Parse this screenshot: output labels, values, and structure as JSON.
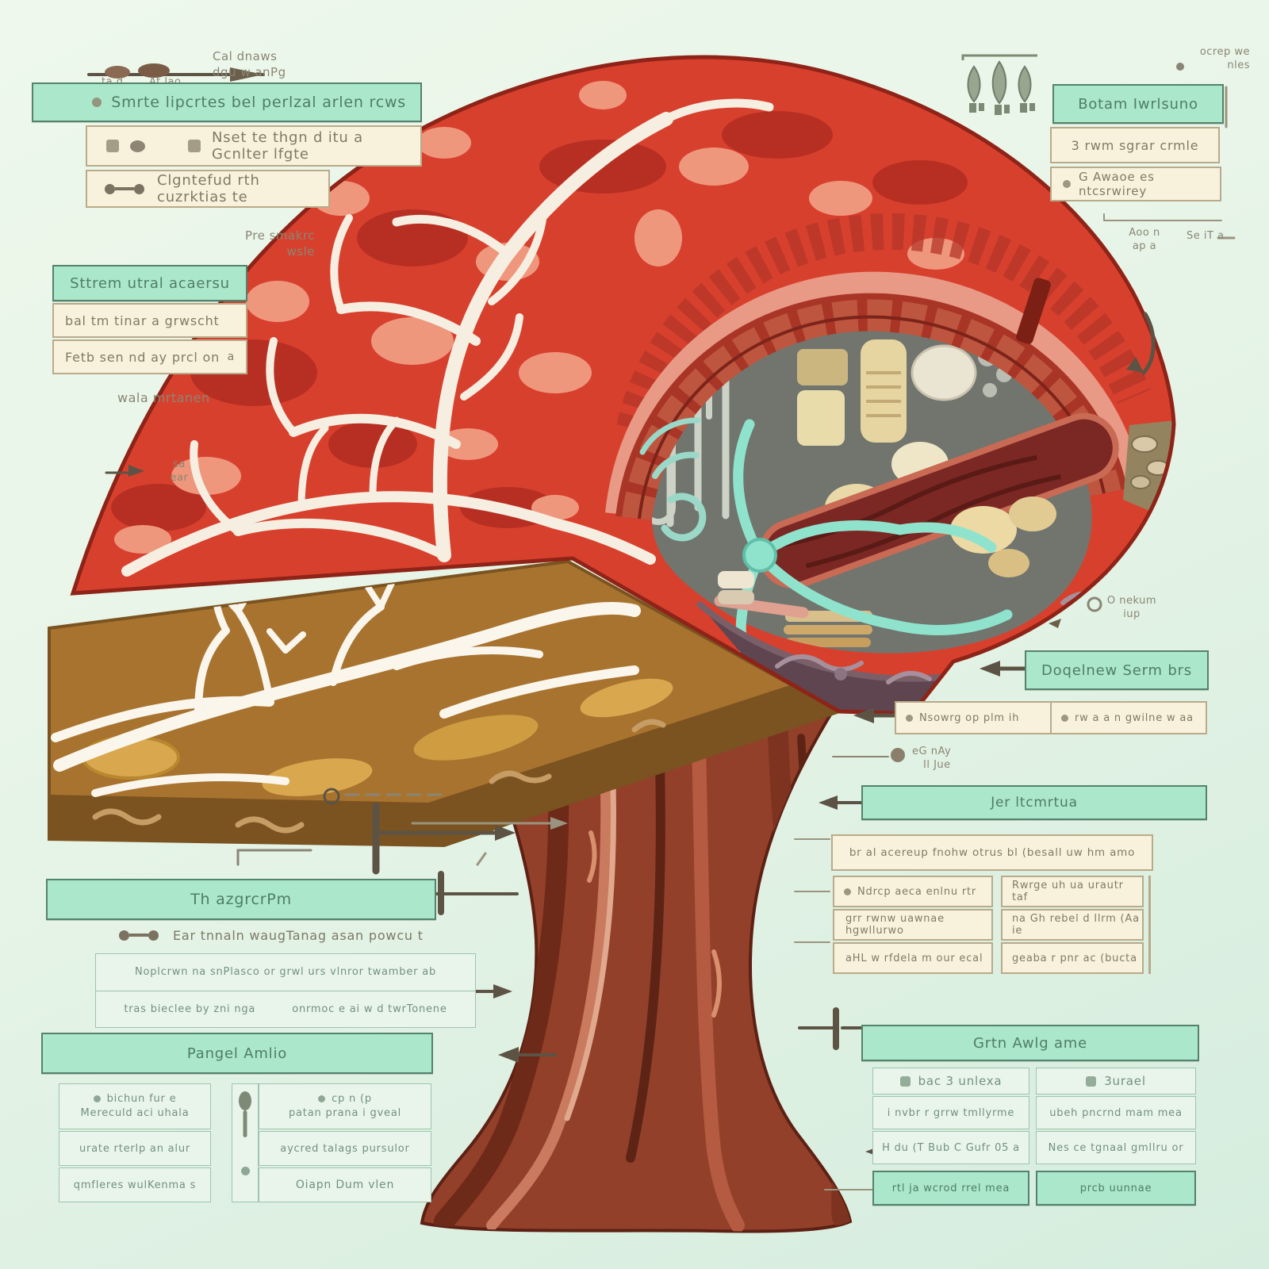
{
  "palette": {
    "background": "#e9f5e9",
    "teal_box": "#abe7ca",
    "teal_border": "#55826b",
    "cream_box": "#f8f2dc",
    "cream_border": "#b9aa8a",
    "light_box": "#e9f5eb",
    "light_border": "#9dc4ae",
    "cap_red": "#d8402e",
    "cap_vein": "#f5eee1",
    "rim_pink": "#ef9d87",
    "brick_band": "#a93526",
    "interior_gray": "#71756e",
    "branch_teal": "#8fe3cd",
    "log_red": "#7b2824",
    "layer_tan": "#a8732f",
    "layer_gold": "#d9a84e",
    "trunk_brown": "#93402a",
    "purple_layer": "#5e4550",
    "arrow": "#5c5344"
  },
  "legend": {
    "tick1": "ta d",
    "tick2": "At lao",
    "cap1": "Cal dnaws",
    "cap2": "dgu w anPg"
  },
  "tl": {
    "header": "Smrte lipcrtes bel perlzal arlen rcws",
    "row1": "Nset te thgn d itu a Gcnlter lfgte",
    "row2": "Clgntefud  rth cuzrktias  te",
    "note1": "Pre smakrc",
    "note2": "wsle"
  },
  "lp": {
    "header": "Sttrem utral  acaersu",
    "row1": "bal tm tinar   a grwscht",
    "row2": "Fetb sen nd ay prcl on",
    "row2b": "a",
    "note": "wala mrtanen",
    "small1": "sa",
    "small2": "ear"
  },
  "tr": {
    "note1": "ocrep we",
    "note2": "nles",
    "header": "Botam Iwrlsuno",
    "row1": "3 rwm sgrar  crmle",
    "row2": "G  Awaoe es ntcsrwirey",
    "small1": "Aoo n",
    "small2": "ap a",
    "small3": "Se iT a"
  },
  "rm": {
    "note1a": "O nekum",
    "note1b": "iup",
    "teal1": "Doqelnew Serm brs",
    "cellA": "Nsowrg op  plm ih",
    "cellB": "rw a a n gwilne w  aa",
    "note2a": "eG nAy",
    "note2b": "Il Jue",
    "teal2": "Jer ltcmrtua",
    "wide": "br al acereup fnohw otrus bl (besall uw hm amo",
    "colL": [
      "Ndrcp aeca enlnu rtr",
      "grr rwnw uawnae hgwllurwo",
      "aHL w rfdela m our ecal"
    ],
    "colR": [
      "Rwrge uh ua urautr taf",
      "na Gh rebel d llrm (Aa ie",
      "geaba r pnr ac (bucta"
    ]
  },
  "br": {
    "header": "Grtn Awlg ame",
    "colA": {
      "title": "bac 3 unlexa",
      "r1": "i nvbr r grrw tmllyrme",
      "r2": "H du (T Bub C Gufr 05 a",
      "foot": "rtl ja wcrod rrel mea"
    },
    "colB": {
      "title": "3urael",
      "r1": "ubeh pncrnd mam mea",
      "r2": "Nes ce tgnaal gmllru or",
      "foot": "prcb uunnae"
    }
  },
  "bl": {
    "header1": "Th azgrcrPm",
    "lead": "Ear tnnaln waugTanag asan powcu t",
    "b1": "Noplcrwn na snPlasco or grwl urs vlnror twamber ab",
    "b2a": "tras bieclee by zni nga",
    "b2b": "onrmoc e ai w  d twrTonene",
    "header2": "Pangel Amlio",
    "L1a": "bichun fur e",
    "L1b": "Mereculd aci uhala",
    "L2": "urate  rterlp an alur",
    "L3": "qmfleres wulKenma s",
    "R1a": "cp n (p",
    "R1b": "patan prana i gveal",
    "R2": "aycred talags pursulor",
    "R3": "Oiapn Dum vlen"
  }
}
